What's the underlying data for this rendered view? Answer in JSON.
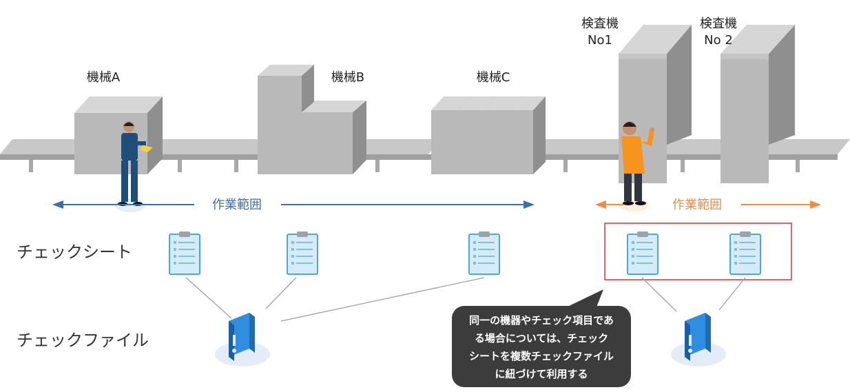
{
  "machines": {
    "a": "機械A",
    "b": "機械B",
    "c": "機械C",
    "inspect1_line1": "検査機",
    "inspect1_line2": "No1",
    "inspect2_line1": "検査機",
    "inspect2_line2": "No 2"
  },
  "ranges": {
    "left": "作業範囲",
    "right": "作業範囲"
  },
  "rows": {
    "check_sheet": "チェックシート",
    "check_file": "チェックファイル"
  },
  "callout": {
    "line1": "同一の機器やチェック項目であ",
    "line2": "る場合については、チェック",
    "line3": "シートを複数チェックファイル",
    "line4": "に紐づけて利用する"
  },
  "colors": {
    "blue_range": "#3c6eb4",
    "orange_range": "#f08c3c",
    "highlight_box": "#d9323c",
    "callout_bg": "#3c3c3c"
  }
}
